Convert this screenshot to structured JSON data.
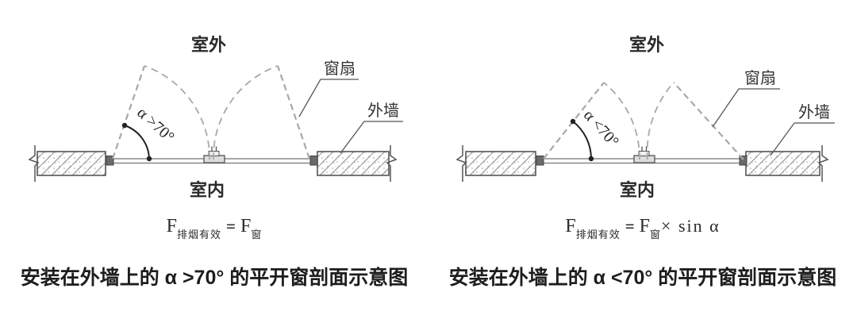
{
  "panels": [
    {
      "outdoor_label": "室外",
      "indoor_label": "室内",
      "sash_label": "窗扇",
      "wall_label": "外墙",
      "angle_label": "α >70°",
      "formula": {
        "lhs_base": "F",
        "lhs_sub": "排烟有效",
        "equals": "=",
        "rhs_base": "F",
        "rhs_sub": "窗",
        "rhs_extra": ""
      },
      "caption": "安装在外墙上的 α >70° 的平开窗剖面示意图"
    },
    {
      "outdoor_label": "室外",
      "indoor_label": "室内",
      "sash_label": "窗扇",
      "wall_label": "外墙",
      "angle_label": "α <70°",
      "formula": {
        "lhs_base": "F",
        "lhs_sub": "排烟有效",
        "equals": "=",
        "rhs_base": "F",
        "rhs_sub": "窗",
        "rhs_extra": "× sin α"
      },
      "caption": "安装在外墙上的 α <70° 的平开窗剖面示意图"
    }
  ],
  "colors": {
    "wall_outline": "#555555",
    "hatch": "#999999",
    "frame_line": "#888888",
    "dashed_sash": "#a8a8a8",
    "angle_arc": "#222222",
    "leader_line": "#555555",
    "text": "#2a2a2a",
    "background": "#ffffff"
  }
}
